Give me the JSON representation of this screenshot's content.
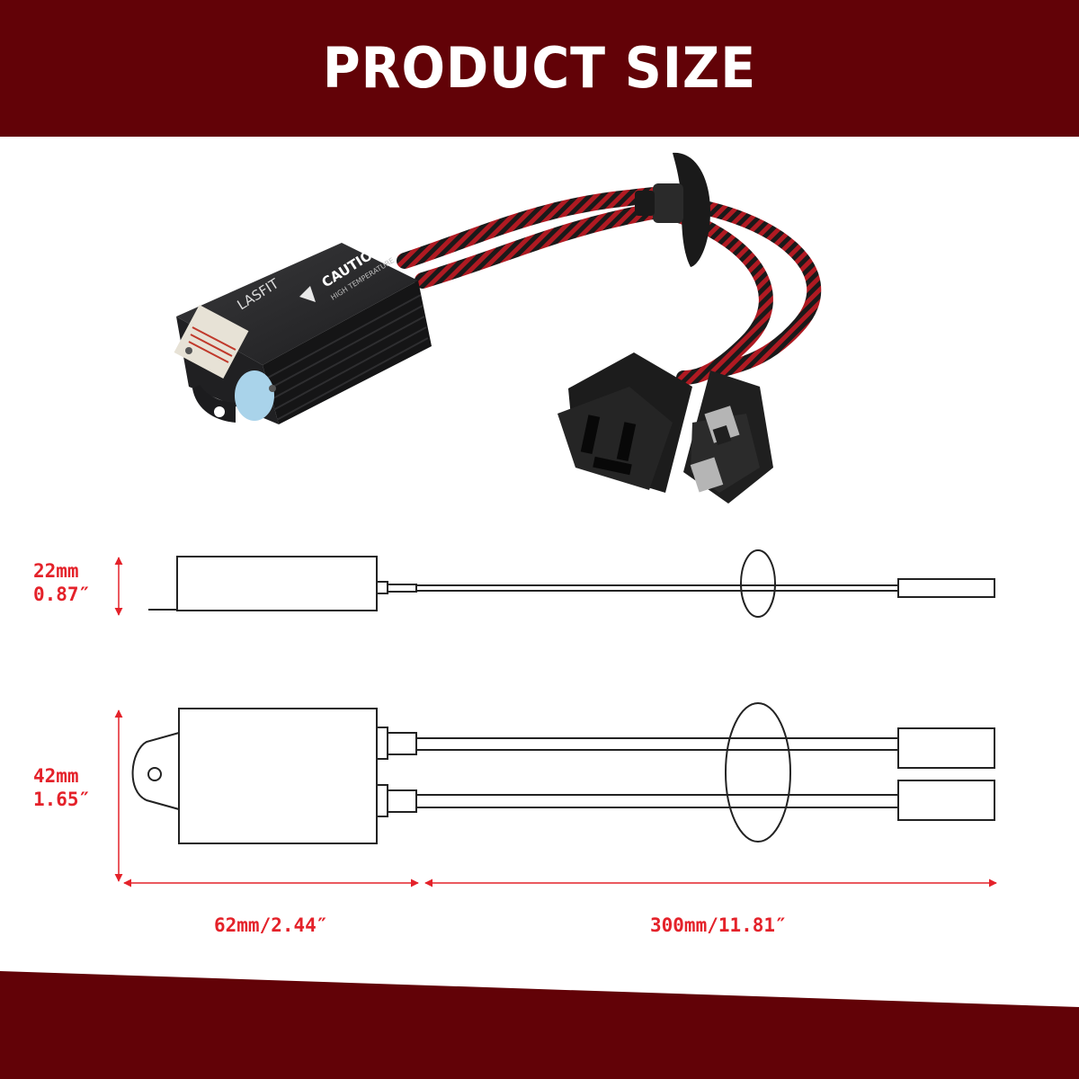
{
  "header": {
    "title": "PRODUCT SIZE",
    "background": "#620207",
    "text_color": "#ffffff"
  },
  "product": {
    "brand": "LASFIT",
    "caution_title": "CAUTION",
    "caution_sub": "HIGH TEMPERATURE"
  },
  "dimensions": {
    "height_side_mm": "22mm",
    "height_side_in": "0.87″",
    "width_top_mm": "42mm",
    "width_top_in": "1.65″",
    "body_length": "62mm/2.44″",
    "cable_length": "300mm/11.81″"
  },
  "colors": {
    "dimension": "#e4222a",
    "outline": "#222222",
    "footer": "#620207"
  }
}
